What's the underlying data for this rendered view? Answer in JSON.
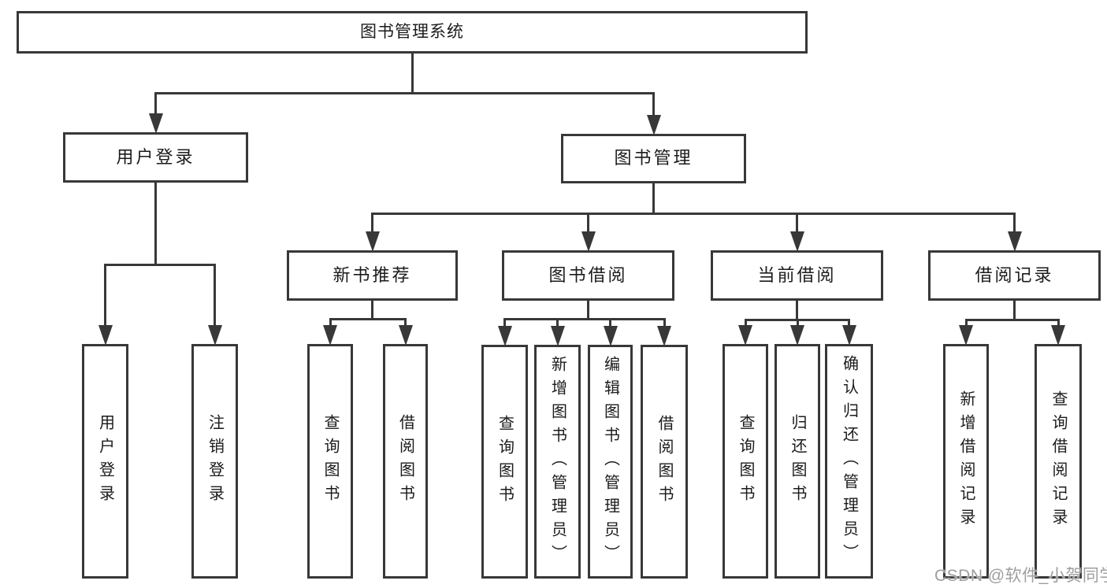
{
  "diagram": {
    "watermark": "CSDN @软件_小贺同学",
    "colors": {
      "background": "#ffffff",
      "line": "#383838",
      "box_border": "#383838",
      "box_fill": "#ffffff",
      "text": "#1b1b1b",
      "watermark": "#9e9e9e"
    }
  },
  "nodes": [
    {
      "id": "root",
      "label": "图书管理系统",
      "children": [
        "user-login",
        "book-mgmt"
      ]
    },
    {
      "id": "user-login",
      "label": "用户登录",
      "children": [
        "leaf-user-login",
        "leaf-logout"
      ]
    },
    {
      "id": "book-mgmt",
      "label": "图书管理",
      "children": [
        "new-book-rec",
        "book-borrow",
        "current-borrow",
        "borrow-records"
      ]
    },
    {
      "id": "new-book-rec",
      "label": "新书推荐",
      "children": [
        "leaf-nb-query",
        "leaf-nb-borrow"
      ]
    },
    {
      "id": "book-borrow",
      "label": "图书借阅",
      "children": [
        "leaf-bb-query",
        "leaf-bb-add",
        "leaf-bb-edit",
        "leaf-bb-borrow"
      ]
    },
    {
      "id": "current-borrow",
      "label": "当前借阅",
      "children": [
        "leaf-cb-query",
        "leaf-cb-return",
        "leaf-cb-confirm"
      ]
    },
    {
      "id": "borrow-records",
      "label": "借阅记录",
      "children": [
        "leaf-br-add",
        "leaf-br-query"
      ]
    },
    {
      "id": "leaf-user-login",
      "label": "用户登录"
    },
    {
      "id": "leaf-logout",
      "label": "注销登录"
    },
    {
      "id": "leaf-nb-query",
      "label": "查询图书"
    },
    {
      "id": "leaf-nb-borrow",
      "label": "借阅图书"
    },
    {
      "id": "leaf-bb-query",
      "label": "查询图书"
    },
    {
      "id": "leaf-bb-add",
      "label": "新增图书（管理员）"
    },
    {
      "id": "leaf-bb-edit",
      "label": "编辑图书（管理员）"
    },
    {
      "id": "leaf-bb-borrow",
      "label": "借阅图书"
    },
    {
      "id": "leaf-cb-query",
      "label": "查询图书"
    },
    {
      "id": "leaf-cb-return",
      "label": "归还图书"
    },
    {
      "id": "leaf-cb-confirm",
      "label": "确认归还（管理员）"
    },
    {
      "id": "leaf-br-add",
      "label": "新增借阅记录"
    },
    {
      "id": "leaf-br-query",
      "label": "查询借阅记录"
    }
  ]
}
